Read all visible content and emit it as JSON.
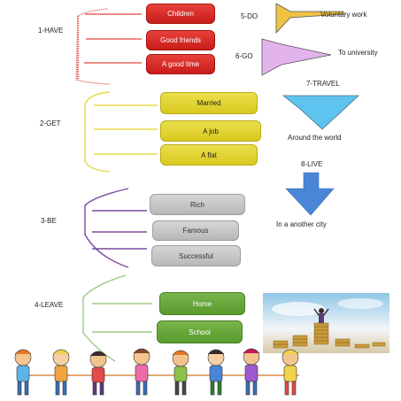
{
  "groups": {
    "have": {
      "label": "1-HAVE",
      "items": [
        "Children",
        "Good friends",
        "A good time"
      ],
      "color": "#e0463f"
    },
    "get": {
      "label": "2-GET",
      "items": [
        "Married",
        "A job",
        "A flat"
      ],
      "color": "#e8d84a"
    },
    "be": {
      "label": "3-BE",
      "items": [
        "Rich",
        "Famous",
        "Successful"
      ],
      "color": "#7b4aa0"
    },
    "leave": {
      "label": "4-LEAVE",
      "items": [
        "Home",
        "School"
      ],
      "color": "#9ccc84"
    }
  },
  "arrows": {
    "do": {
      "label": "5-DO",
      "text": "Voluntary work",
      "color": "#f0c244"
    },
    "go": {
      "label": "6-GO",
      "text": "To university",
      "color": "#e3b3ec"
    },
    "travel": {
      "label": "7-TRAVEL",
      "text": "Around the world",
      "color": "#5ec3ee"
    },
    "live": {
      "label": "8-LIVE",
      "text": "In a another city",
      "color": "#4a86d8"
    }
  }
}
